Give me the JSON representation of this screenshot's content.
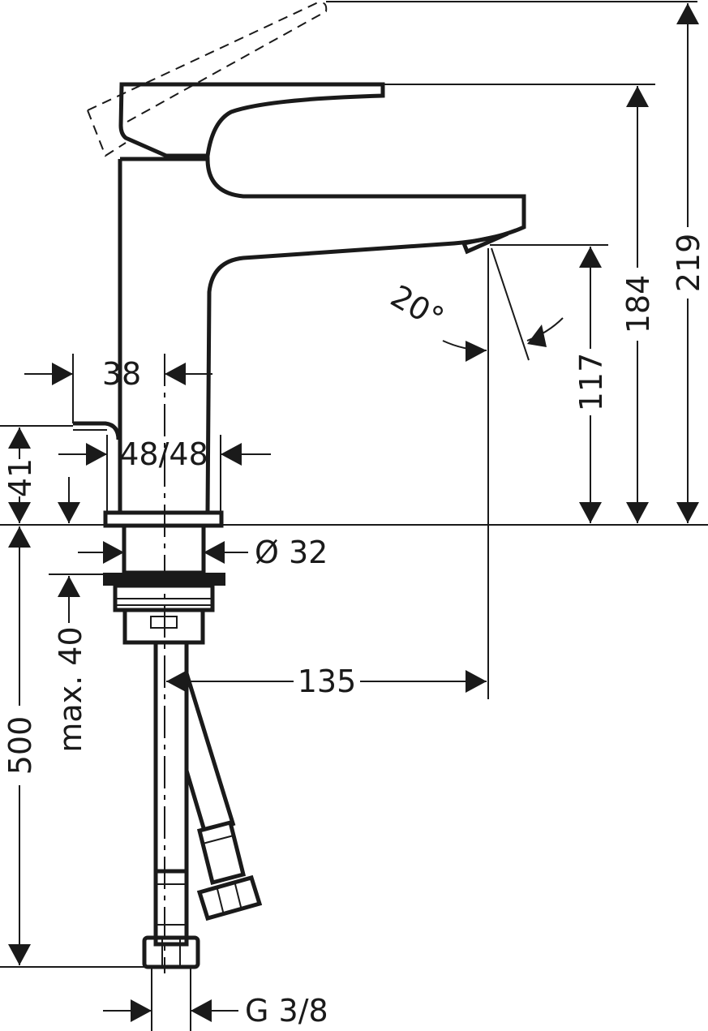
{
  "drawing": {
    "dimensions": {
      "height_total": "219",
      "height_lever": "184",
      "height_spout": "117",
      "angle": "20°",
      "offset_38": "38",
      "offset_48": "48/48",
      "height_41": "41",
      "diameter": "Ø 32",
      "max_thickness": "max. 40",
      "reach": "135",
      "hose_length": "500",
      "thread": "G 3/8"
    }
  }
}
